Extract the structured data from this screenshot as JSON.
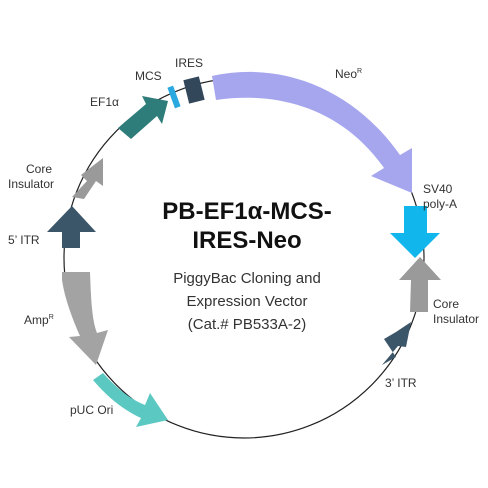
{
  "title": {
    "line1": "PB-EF1α-MCS-",
    "line2": "IRES-Neo"
  },
  "subtitle": {
    "line1": "PiggyBac Cloning and",
    "line2": "Expression Vector",
    "line3": "(Cat.# PB533A-2)"
  },
  "features": {
    "ef1a": {
      "label": "EF1α",
      "color": "#2f7d7a"
    },
    "mcs": {
      "label": "MCS",
      "color": "#29a9e0"
    },
    "ires": {
      "label": "IRES",
      "color": "#33475a"
    },
    "neo": {
      "label": "Neo",
      "sup": "R",
      "color": "#a6a6ef"
    },
    "sv40": {
      "label_line1": "SV40",
      "label_line2": "poly-A",
      "color": "#10b6ec"
    },
    "core_right": {
      "label_line1": "Core",
      "label_line2": "Insulator",
      "color": "#9a9a9a"
    },
    "itr_right": {
      "label": "3’ ITR",
      "color": "#3b5668"
    },
    "puc": {
      "label": "pUC Ori",
      "color": "#5cc8c2"
    },
    "amp": {
      "label": "Amp",
      "sup": "R",
      "color": "#a3a3a3"
    },
    "itr_left": {
      "label": "5’ ITR",
      "color": "#3b5668"
    },
    "core_left": {
      "label_line1": "Core",
      "label_line2": "Insulator",
      "color": "#9a9a9a"
    }
  },
  "backbone_color": "#222222"
}
